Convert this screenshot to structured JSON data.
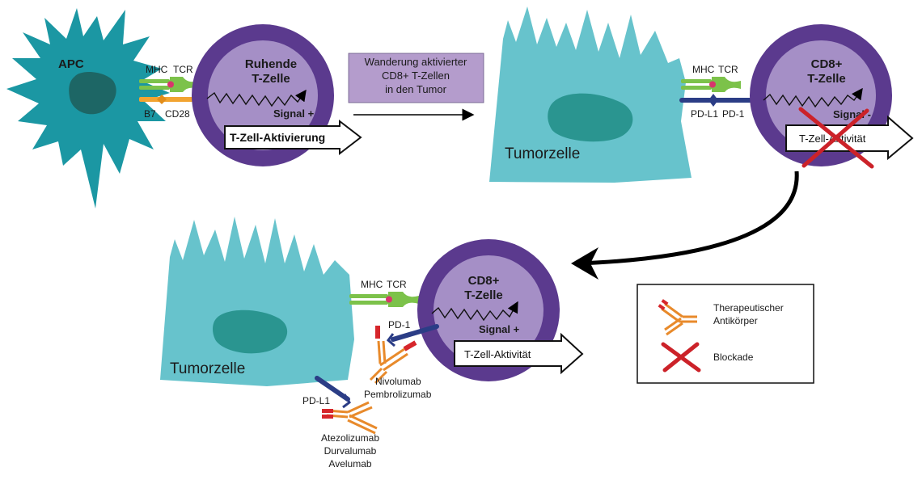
{
  "colors": {
    "apc": "#1b97a3",
    "apc_nucleus": "#1d6665",
    "tumor": "#67c3cc",
    "tumor_nucleus": "#2a9590",
    "tcell_outer": "#5b3a8e",
    "tcell_inner": "#a58fc6",
    "mhc": "#7cc24a",
    "tcr_dot": "#d8356c",
    "costim": "#f2a431",
    "pd": "#2b3d86",
    "antibody": "#e88a2b",
    "antibody_tip": "#d6262b",
    "blockade": "#cc2229",
    "migration_box": "#b49ccc"
  },
  "panel1": {
    "apc_label": "APC",
    "mhc_label": "MHC",
    "tcr_label": "TCR",
    "b7_label": "B7",
    "cd28_label": "CD28",
    "tcell_name": [
      "Ruhende",
      "T-Zelle"
    ],
    "signal": "Signal +",
    "activation": "T-Zell-Aktivierung"
  },
  "migration": {
    "lines": [
      "Wanderung aktivierter",
      "CD8+ T-Zellen",
      "in den Tumor"
    ]
  },
  "panel2": {
    "tumor_label": "Tumorzelle",
    "mhc_label": "MHC",
    "tcr_label": "TCR",
    "pdl1_label": "PD-L1",
    "pd1_label": "PD-1",
    "tcell_name": [
      "CD8+",
      "T-Zelle"
    ],
    "signal": "Signal -",
    "activity": "T-Zell-Aktivität"
  },
  "panel3": {
    "tumor_label": "Tumorzelle",
    "mhc_label": "MHC",
    "tcr_label": "TCR",
    "pd1_label": "PD-1",
    "pdl1_label": "PD-L1",
    "tcell_name": [
      "CD8+",
      "T-Zelle"
    ],
    "signal": "Signal +",
    "activity": "T-Zell-Aktivität",
    "anti_pd1": [
      "Nivolumab",
      "Pembrolizumab"
    ],
    "anti_pdl1": [
      "Atezolizumab",
      "Durvalumab",
      "Avelumab"
    ]
  },
  "legend": {
    "antibody": [
      "Therapeutischer",
      "Antikörper"
    ],
    "blockade": "Blockade"
  }
}
